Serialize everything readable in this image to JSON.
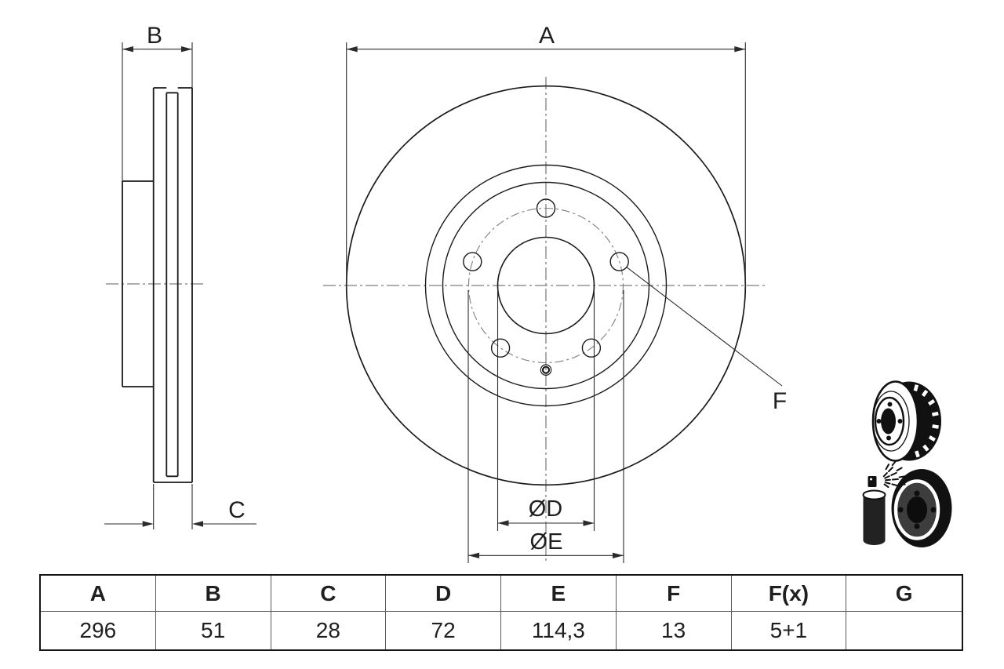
{
  "drawing": {
    "labels": {
      "a": "A",
      "b": "B",
      "c": "C",
      "f": "F",
      "dia_d": "ØD",
      "dia_e": "ØE"
    }
  },
  "table": {
    "headers": [
      "A",
      "B",
      "C",
      "D",
      "E",
      "F",
      "F(x)",
      "G"
    ],
    "values": [
      "296",
      "51",
      "28",
      "72",
      "114,3",
      "13",
      "5+1",
      ""
    ]
  },
  "icons": {
    "vented_disc": "vented-brake-disc-icon",
    "spray_disc": "spray-can-disc-icon"
  },
  "colors": {
    "line": "#1a1a1a",
    "dim": "#2b2b2b",
    "centerline": "#7e7e7e",
    "background": "#ffffff",
    "text": "#1f1f1f"
  }
}
